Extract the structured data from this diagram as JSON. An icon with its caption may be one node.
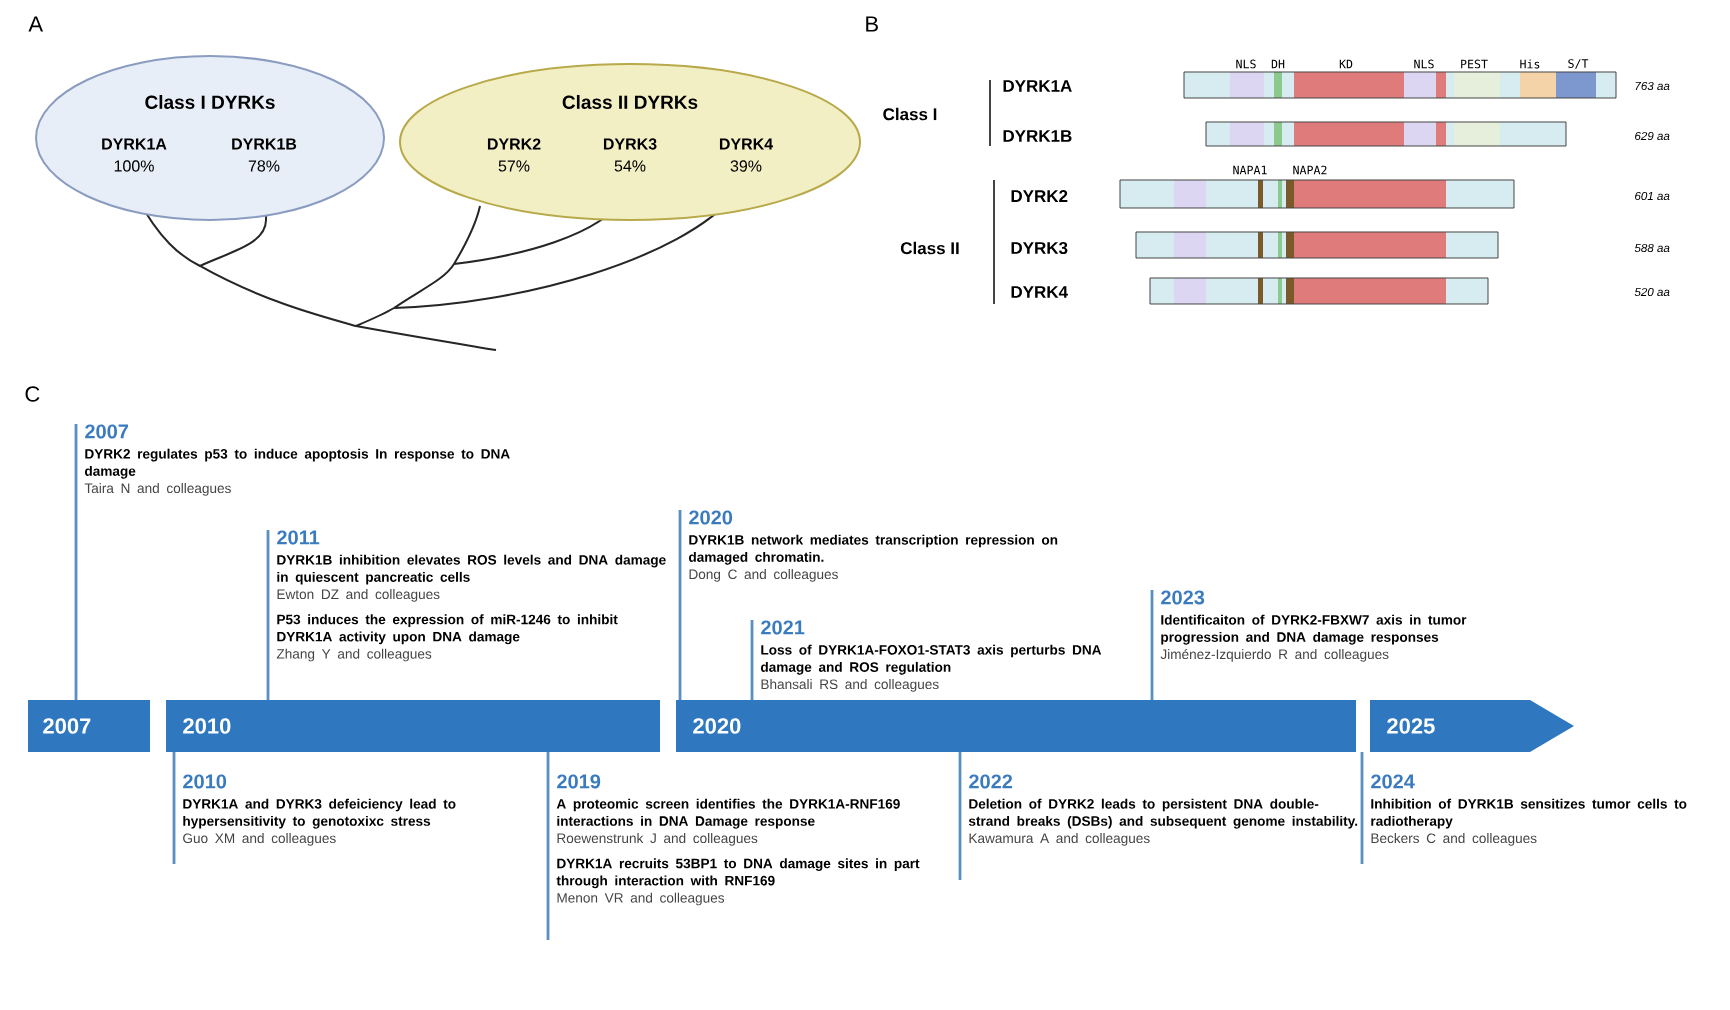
{
  "diagram": {
    "nodes": [
      {
        "text": [
          "Class I DYRKs",
          "DYRK1A",
          "100%",
          "DYRK1B",
          "78%"
        ]
      },
      {
        "text": [
          "Class II DYRKs",
          "DYRK2",
          "57%",
          "DYRK3",
          "54%",
          "DYRK4",
          "39%"
        ]
      },
      {
        "text": [
          "2007",
          "DYRK2 regulates p53 to induce apoptosis In response to DNA damage",
          "Taira N and colleagues"
        ]
      },
      {
        "text": [
          "2011",
          "DYRK1B inhibition elevates ROS levels and DNA damage in quiescent pancreatic cells",
          "Ewton DZ and colleagues",
          "P53 induces the expression of miR-1246 to inhibit DYRK1A activity upon DNA damage",
          "Zhang Y and colleagues"
        ]
      },
      {
        "text": [
          "2020",
          "DYRK1B network mediates transcription repression on damaged chromatin.",
          "Dong C and colleagues"
        ]
      },
      {
        "text": [
          "2021",
          "Loss of DYRK1A-FOXO1-STAT3 axis perturbs DNA damage and ROS regulation",
          "Bhansali RS and colleagues"
        ]
      },
      {
        "text": [
          "2023",
          "Identificaiton of DYRK2-FBXW7 axis in tumor progression and DNA damage responses",
          "Jiménez-Izquierdo R and colleagues"
        ]
      },
      {
        "text": [
          "2007"
        ]
      },
      {
        "text": [
          "2010"
        ]
      },
      {
        "text": [
          "2020"
        ]
      },
      {
        "text": [
          "2025"
        ]
      },
      {
        "text": [
          "2010",
          "DYRK1A and DYRK3 defeiciency lead to hypersensitivity to genotoxixc stress",
          "Guo XM and colleagues"
        ]
      },
      {
        "text": [
          "2019",
          "A proteomic screen identifies the DYRK1A-RNF169 interactions in DNA Damage response",
          "Roewenstrunk J and colleagues",
          "DYRK1A recruits 53BP1 to DNA damage sites in part through interaction with RNF169",
          "Menon VR and colleagues"
        ]
      },
      {
        "text": [
          "2022",
          "Deletion of DYRK2 leads to persistent DNA double-strand breaks (DSBs) and subsequent genome instability.",
          "Kawamura A and colleagues"
        ]
      },
      {
        "text": [
          "2024",
          "Inhibition of DYRK1B sensitizes tumor cells to radiotherapy",
          "Beckers C and colleagues"
        ]
      }
    ],
    "labels": [
      "A",
      "B",
      "NLS",
      "DH",
      "KD",
      "NLS",
      "PEST",
      "His",
      "S/T",
      "Class I",
      "DYRK1A",
      "763 aa",
      "DYRK1B",
      "629 aa",
      "NAPA1",
      "NAPA2",
      "DYRK2",
      "601 aa",
      "Class II",
      "DYRK3",
      "588 aa",
      "DYRK4",
      "520 aa",
      "C"
    ]
  }
}
